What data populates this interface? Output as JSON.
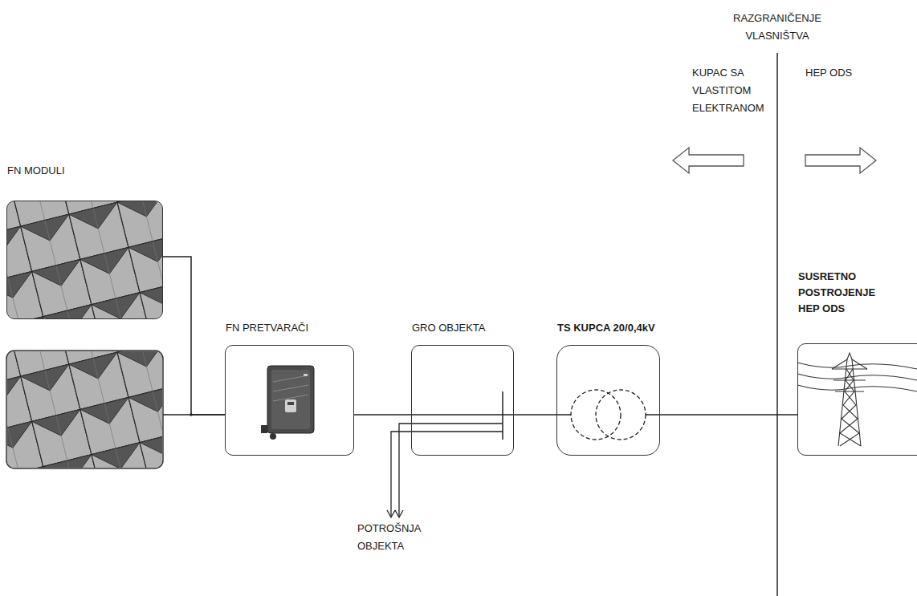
{
  "diagram": {
    "nodes": [
      {
        "text": [
          "FN MODULI"
        ]
      },
      {
        "text": [
          "FN PRETVARAČI"
        ]
      },
      {
        "text": [
          "GRO OBJEKTA"
        ]
      },
      {
        "text": [
          "TS KUPCA 20/0,4kV"
        ]
      },
      {
        "text": [
          "SUSRETNO POSTROJENJE HEP ODS"
        ]
      }
    ],
    "edges": [
      {
        "from": 0,
        "to": 1,
        "arrow": "none"
      },
      {
        "from": 1,
        "to": 2,
        "arrow": "none"
      },
      {
        "from": 2,
        "to": 3,
        "arrow": "none"
      },
      {
        "from": 3,
        "to": 4,
        "arrow": "none"
      }
    ],
    "labels": [
      "RAZGRANIČENJE VLASNIŠTVA",
      "KUPAC SA VLASTITOM ELEKTRANOM",
      "HEP ODS",
      "POTROŠNJA OBJEKTA"
    ]
  }
}
